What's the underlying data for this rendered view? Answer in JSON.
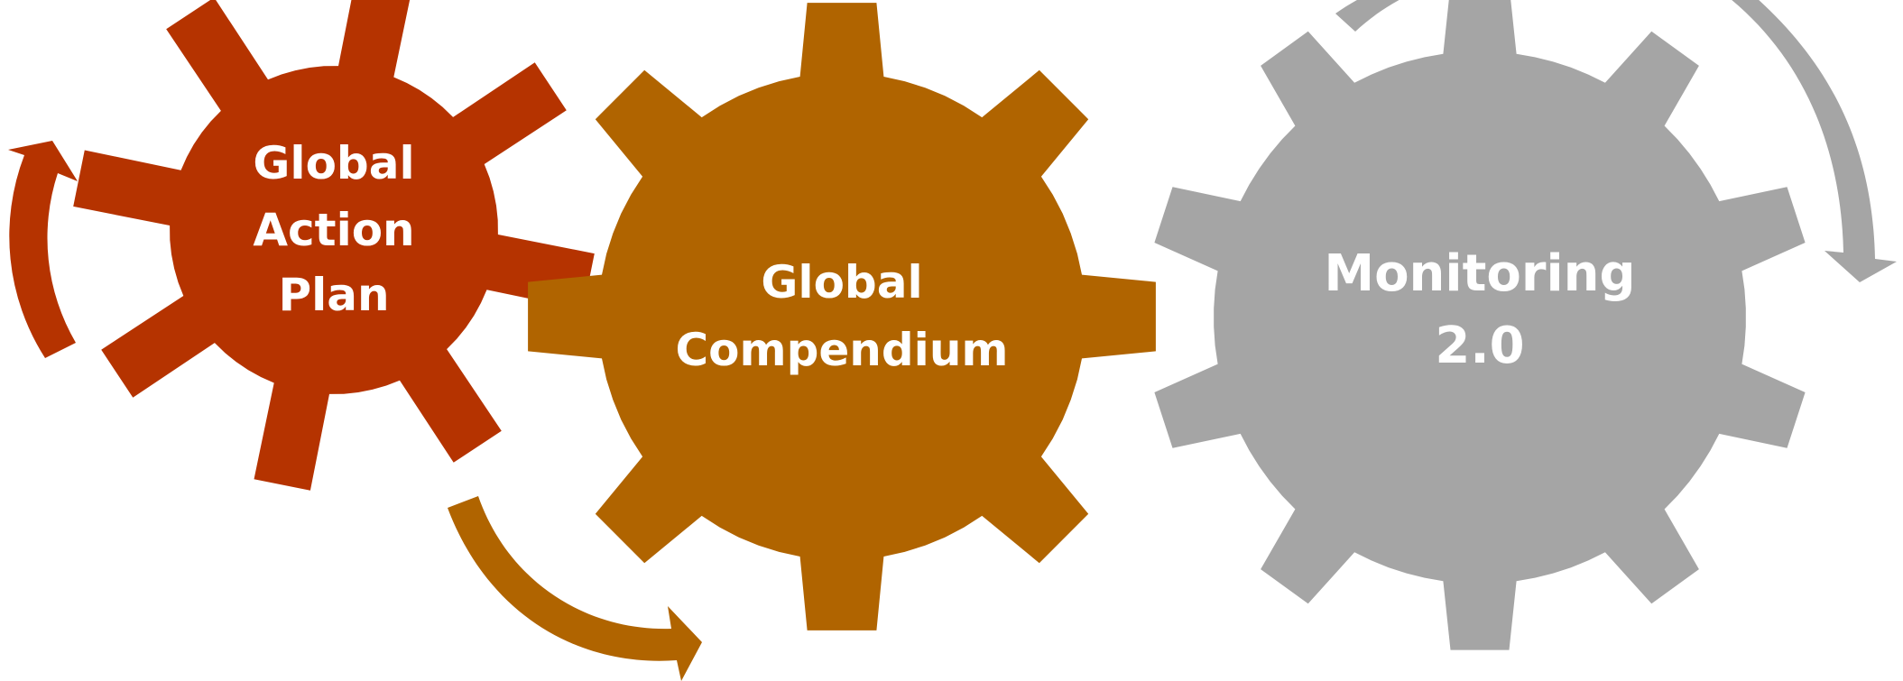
{
  "gears": [
    {
      "id": "gear-action-plan",
      "lines": [
        "Global",
        "Action",
        "Plan"
      ],
      "color": "#b53300"
    },
    {
      "id": "gear-compendium",
      "lines": [
        "Global",
        "Compendium"
      ],
      "color": "#b06400"
    },
    {
      "id": "gear-monitoring",
      "lines": [
        "Monitoring",
        "2.0"
      ],
      "color": "#a5a5a5"
    }
  ],
  "arrows": [
    {
      "id": "arrow-action-plan",
      "color": "#b53300",
      "direction": "counter-clockwise"
    },
    {
      "id": "arrow-compendium",
      "color": "#b06400",
      "direction": "clockwise"
    },
    {
      "id": "arrow-monitoring",
      "color": "#a5a5a5",
      "direction": "clockwise"
    }
  ]
}
